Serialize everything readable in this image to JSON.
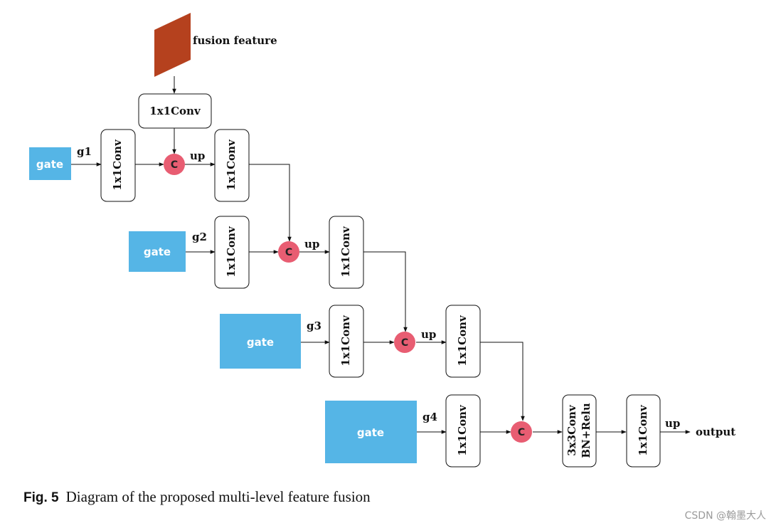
{
  "diagram": {
    "fusion_label": "fusion feature",
    "conv1x1": "1x1Conv",
    "conv3x3": "3x3Conv",
    "bn_relu": "BN+Relu",
    "gate": "gate",
    "concat": "C",
    "up": "up",
    "output": "output",
    "g1": "g1",
    "g2": "g2",
    "g3": "g3",
    "g4": "g4"
  },
  "caption": {
    "fig_label": "Fig. 5",
    "text": "Diagram of the proposed multi-level feature fusion"
  },
  "watermark": "CSDN @翰墨大人",
  "colors": {
    "gate": "#55b5e6",
    "concat": "#e85d72",
    "fusion": "#b5411e"
  }
}
